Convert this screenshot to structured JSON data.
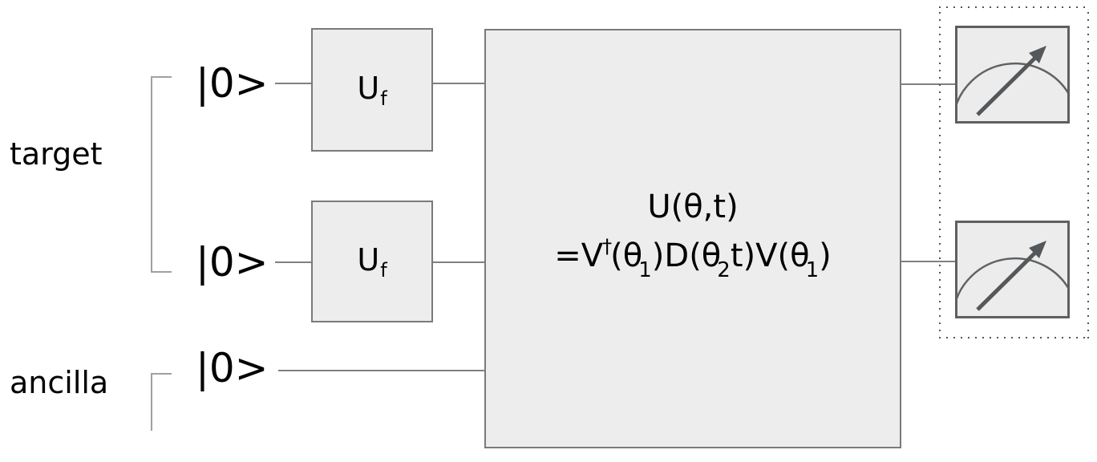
{
  "colors": {
    "background": "#ffffff",
    "wire": "#808080",
    "gate_fill": "#ededed",
    "gate_border": "#7a7a7a",
    "meter_fill": "#ececec",
    "meter_border": "#5f5f5f",
    "needle": "#55585a",
    "arc": "#606264",
    "bracket": "#a0a0a0",
    "dotted": "#555555",
    "text": "#000000"
  },
  "registers": {
    "target_label": "target",
    "ancilla_label": "ancilla"
  },
  "qubits": [
    {
      "ket": "|0>"
    },
    {
      "ket": "|0>"
    },
    {
      "ket": "|0>"
    }
  ],
  "gates": {
    "uf": {
      "main": "U",
      "sub": "f"
    },
    "unitary": {
      "line1": "U(θ,t)",
      "line2": [
        {
          "t": "=V"
        },
        {
          "t": "†",
          "pos": "sup"
        },
        {
          "t": "(θ"
        },
        {
          "t": "1",
          "pos": "sub"
        },
        {
          "t": ")D(θ"
        },
        {
          "t": "2",
          "pos": "sub"
        },
        {
          "t": "t)V(θ"
        },
        {
          "t": "1",
          "pos": "sub"
        },
        {
          "t": ")"
        }
      ]
    }
  },
  "measurement": {
    "gauge_icon": "gauge-meter-icon",
    "count": 2
  }
}
